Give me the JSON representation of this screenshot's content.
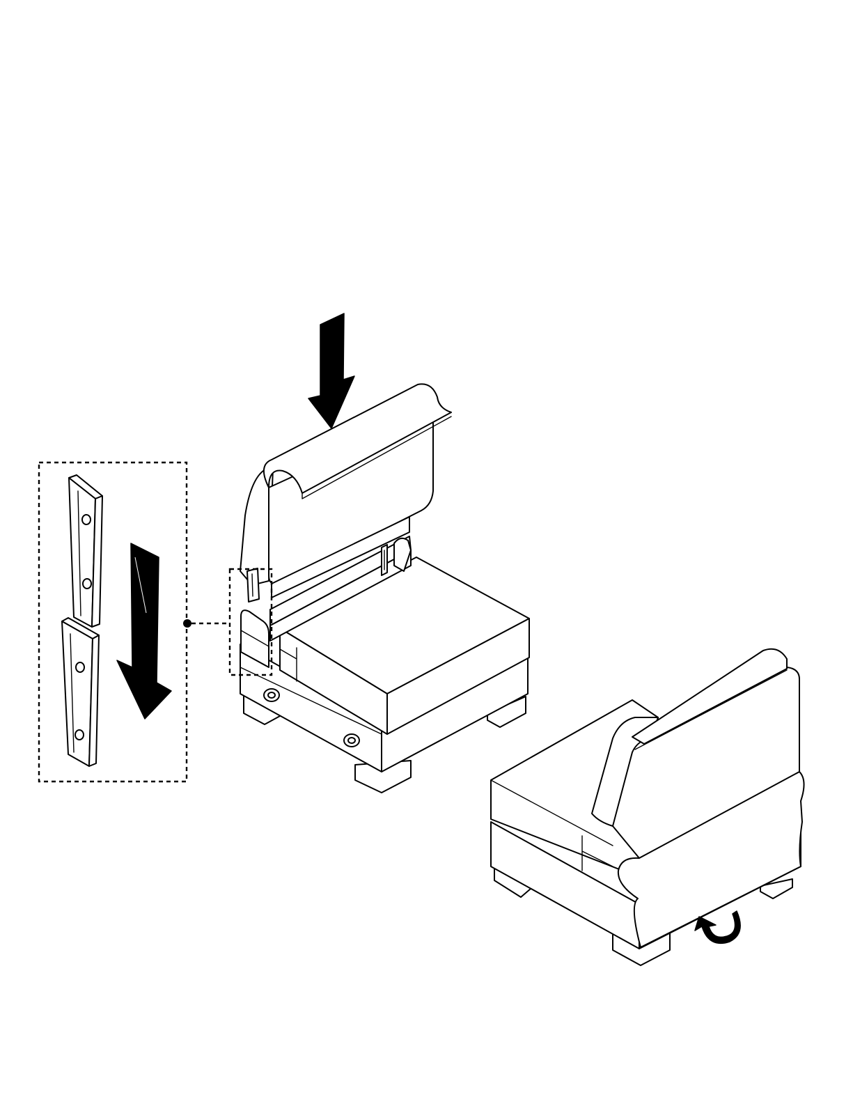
{
  "diagram": {
    "type": "assembly-illustration",
    "text_labels": [],
    "colors": {
      "line": "#000000",
      "fill": "#ffffff"
    },
    "parts": [
      {
        "id": "backrest",
        "motion": "push-down"
      },
      {
        "id": "seat-module-front",
        "motion": "static"
      },
      {
        "id": "seat-module-rear",
        "motion": "rotate"
      },
      {
        "id": "bracket-detail",
        "motion": "slide-together"
      }
    ],
    "icons": [
      "down-arrow-icon",
      "rotate-arrow-icon",
      "callout-dot-icon"
    ]
  }
}
